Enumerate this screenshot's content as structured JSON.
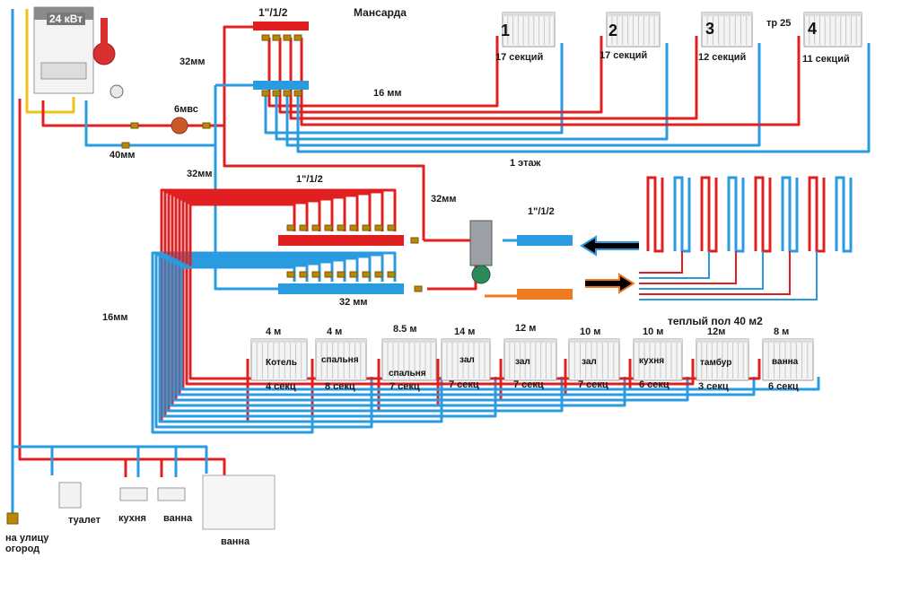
{
  "colors": {
    "supply": "#e02020",
    "return": "#2b9be0",
    "gas": "#f2c21a",
    "floor_supply": "#e02020",
    "floor_return": "#2b9be0",
    "mixer_out": "#f07a1f"
  },
  "boiler": {
    "power": "24 кВт"
  },
  "labels": {
    "attic": "Мансарда",
    "floor1": "1 этаж",
    "manifold_top_size": "1\"/1/2",
    "manifold_mid_size": "1\"/1/2",
    "manifold_floor_size": "1\"/1/2",
    "pipe_32_a": "32мм",
    "pipe_32_b": "32мм",
    "pipe_32_c": "32мм",
    "pipe_32_d": "32 мм",
    "pipe_40": "40мм",
    "pipe_16_a": "16 мм",
    "pipe_16_b": "16мм",
    "valve_6mbs": "6мвс",
    "tr25": "тр 25",
    "warm_floor": "теплый пол  40 м2",
    "outside": "на улицу\nогород"
  },
  "attic_radiators": [
    {
      "num": "1",
      "sections": "17 секций"
    },
    {
      "num": "2",
      "sections": "17 секций"
    },
    {
      "num": "3",
      "sections": "12 секций"
    },
    {
      "num": "4",
      "sections": "11 секций"
    }
  ],
  "floor_radiators": [
    {
      "length": "4 м",
      "room": "Котель",
      "sections": "4 секц"
    },
    {
      "length": "4 м",
      "room": "спальня",
      "sections": "8 секц"
    },
    {
      "length": "8.5 м",
      "room": "спальня",
      "sections": "7 секц"
    },
    {
      "length": "14 м",
      "room": "зал",
      "sections": "7  секц"
    },
    {
      "length": "12 м",
      "room": "зал",
      "sections": "7 секц"
    },
    {
      "length": "10 м",
      "room": "зал",
      "sections": "7 секц"
    },
    {
      "length": "10 м",
      "room": "кухня",
      "sections": "6  секц"
    },
    {
      "length": "12м",
      "room": "тамбур",
      "sections": "3   секц"
    },
    {
      "length": "8 м",
      "room": "ванна",
      "sections": "6  секц"
    }
  ],
  "fixtures": [
    {
      "name": "туалет"
    },
    {
      "name": "кухня"
    },
    {
      "name": "ванна"
    },
    {
      "name": "ванна"
    }
  ]
}
